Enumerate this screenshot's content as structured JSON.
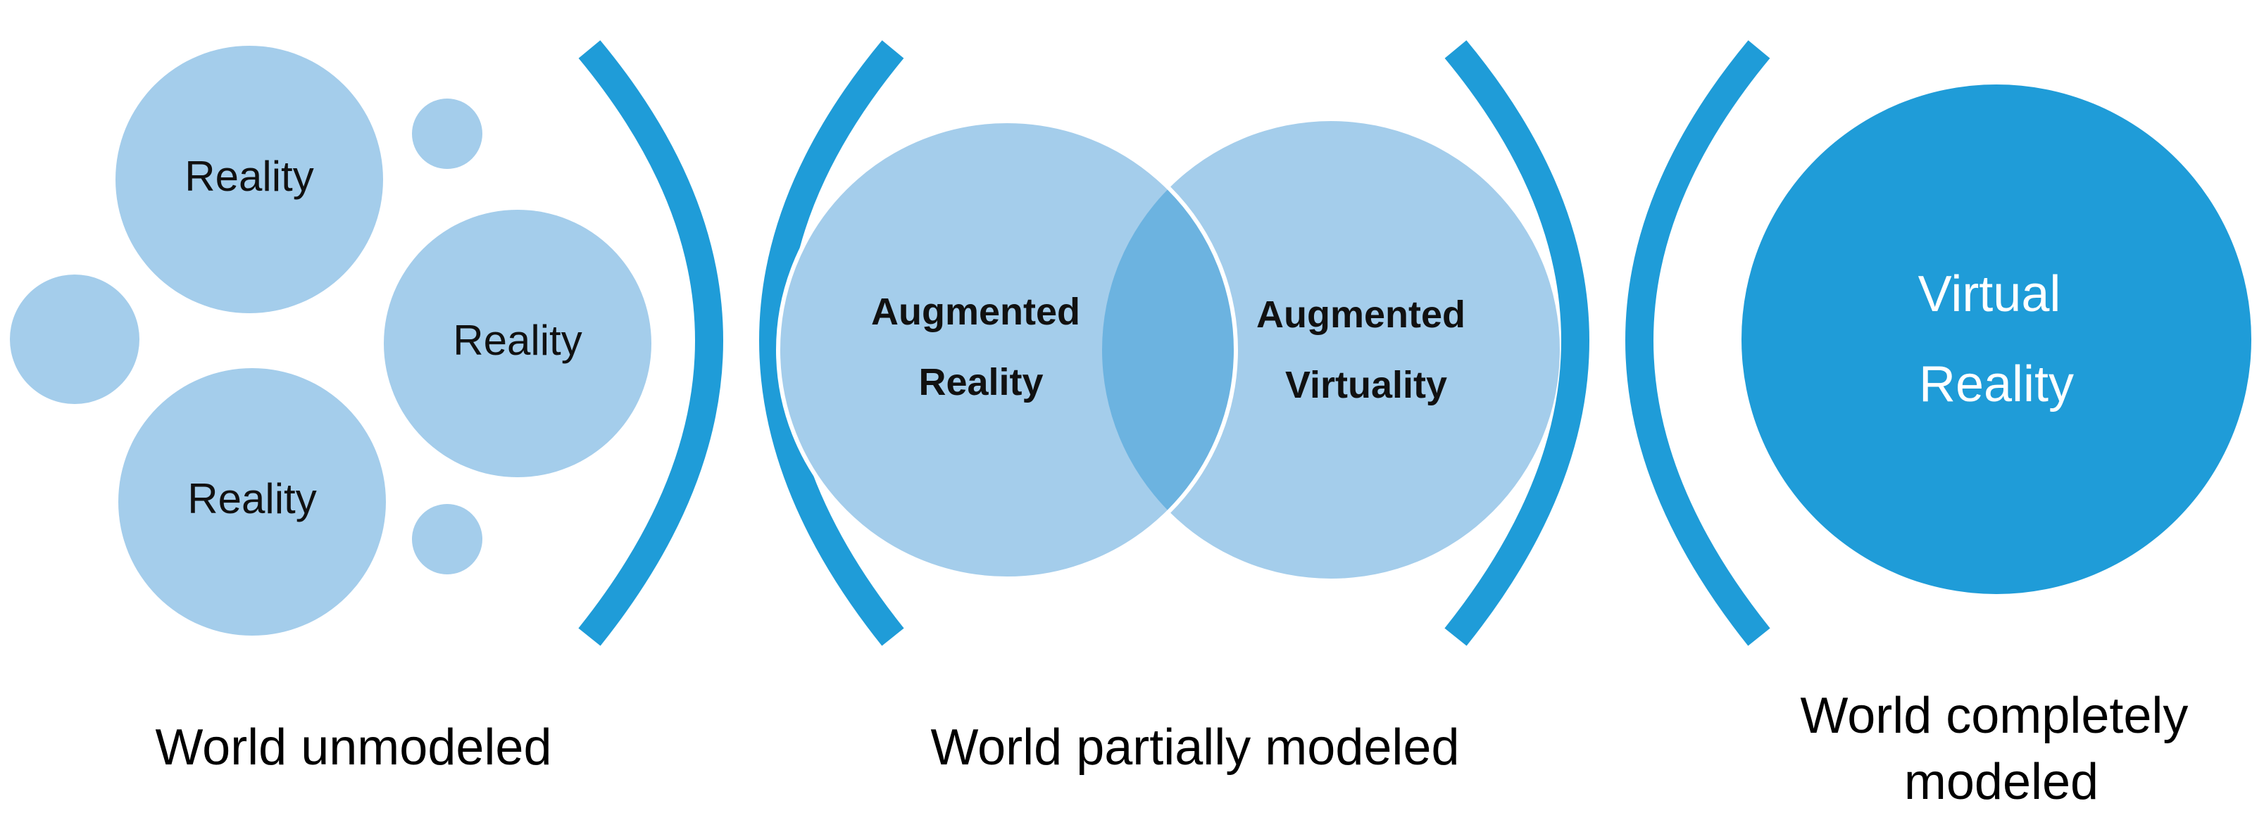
{
  "colors": {
    "light_circle": "#a4cdeb",
    "overlap": "#6cb3e0",
    "dark": "#1f9cd8",
    "white": "#ffffff"
  },
  "sections": [
    {
      "caption": [
        "World unmodeled"
      ],
      "circles": [
        {
          "label": [
            "Reality"
          ]
        },
        {
          "label": [
            "Reality"
          ]
        },
        {
          "label": [
            "Reality"
          ]
        }
      ]
    },
    {
      "caption": [
        "World partially modeled"
      ],
      "circles": [
        {
          "label": [
            "Augmented",
            "Reality"
          ]
        },
        {
          "label": [
            "Augmented",
            "Virtuality"
          ]
        }
      ]
    },
    {
      "caption": [
        "World completely",
        "modeled"
      ],
      "circles": [
        {
          "label": [
            "Virtual",
            "Reality"
          ]
        }
      ]
    }
  ]
}
